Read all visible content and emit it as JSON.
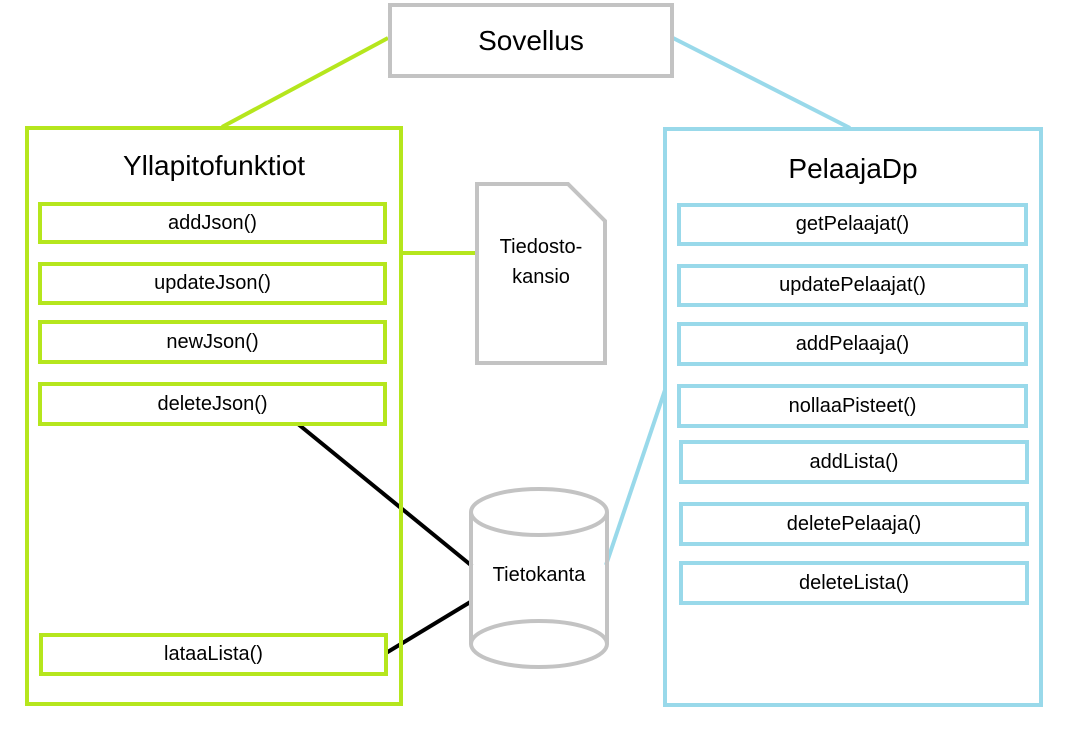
{
  "app": {
    "label": "Sovellus"
  },
  "admin": {
    "title": "Yllapitofunktiot",
    "methods": [
      "addJson()",
      "updateJson()",
      "newJson()",
      "deleteJson()",
      "lataaLista()"
    ]
  },
  "player_db": {
    "title": "PelaajaDp",
    "methods": [
      "getPelaajat()",
      "updatePelaajat()",
      "addPelaaja()",
      "nollaaPisteet()",
      "addLista()",
      "deletePelaaja()",
      "deleteLista()"
    ]
  },
  "folder": {
    "line1": "Tiedosto-",
    "line2": "kansio"
  },
  "database": {
    "label": "Tietokanta"
  },
  "colors": {
    "green": "#b5e61d",
    "blue": "#99d9ea",
    "gray": "#c3c3c3",
    "black": "#000000"
  }
}
